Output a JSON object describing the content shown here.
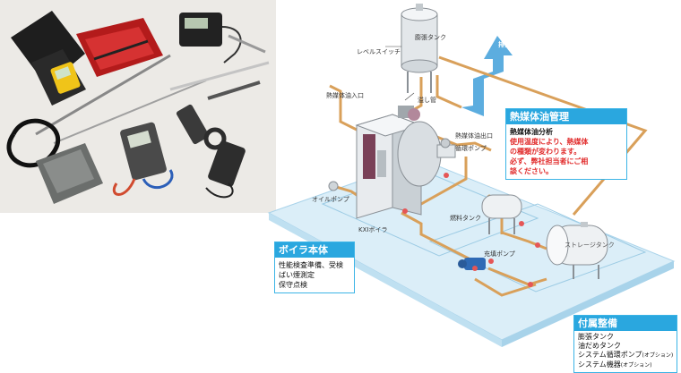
{
  "labels": {
    "expansion_tank": "膨張タンク",
    "level_switch": "レベルスイッチ",
    "overflow_pipe": "溢し管",
    "heat_medium_inlet": "熱媒体油入口",
    "heat_medium_outlet": "熱媒体油出口",
    "circulation_pump": "循環ポンプ",
    "oil_pump": "オイルポンプ",
    "kxi_boiler": "KXIボイラ",
    "fuel_tank": "燃料タンク",
    "filling_pump": "充填ポンプ",
    "storage_tank": "ストレージタンク",
    "exhaust": "排気"
  },
  "panels": {
    "heat_medium": {
      "title": "熱媒体油管理",
      "subtitle": "熱媒体油分析",
      "lines": [
        "使用温度により、熱媒体",
        "の種類が変わります。",
        "必ず、弊社担当者にご相",
        "談ください。"
      ]
    },
    "boiler": {
      "title": "ボイラ本体",
      "lines": [
        "性能検査準備、受検",
        "ばい煙測定",
        "保守点検"
      ]
    },
    "accessories": {
      "title": "付属整備",
      "lines": [
        "膨張タンク",
        "油だめタンク"
      ],
      "pump_line": {
        "text": "システム循環ポンプ",
        "note": "(オプション)"
      },
      "equipment_line": {
        "text": "システム機器",
        "note": "(オプション)"
      }
    }
  },
  "colors": {
    "pipe": "#d9a05a",
    "panel_header": "#2aa7df",
    "floor": "#dbeef8",
    "exhaust_arrow": "#3f9fd9",
    "warning_text": "#e12b2b"
  }
}
